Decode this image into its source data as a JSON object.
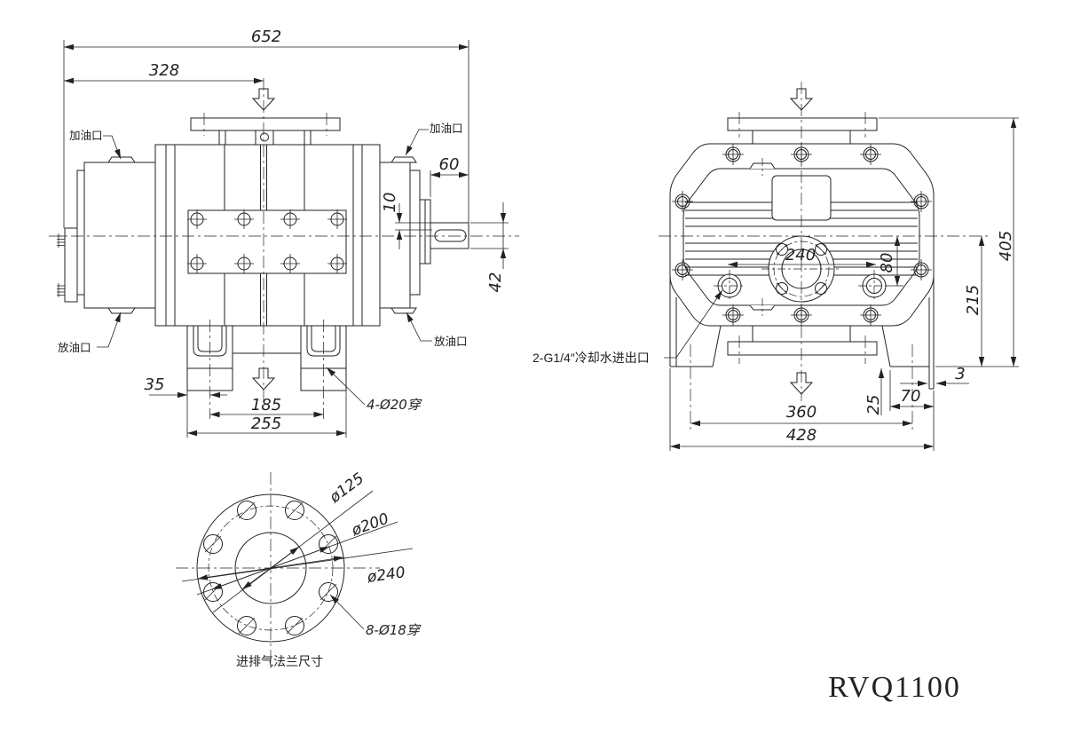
{
  "title": "RVQ1100",
  "side_view": {
    "dims": {
      "overall": "652",
      "to_center": "328",
      "shaft_length": "60",
      "keyway_depth": "10",
      "shaft_dia": "42",
      "foot_edge": "35",
      "hole_span": "185",
      "foot_span": "255",
      "foot_holes": "4-Ø20穿"
    },
    "labels": {
      "oil_fill_left": "加油口",
      "oil_fill_right": "加油口",
      "oil_drain_left": "放油口",
      "oil_drain_right": "放油口"
    }
  },
  "end_view": {
    "dims": {
      "overall_height": "405",
      "center_height": "215",
      "port_offset": "80",
      "port_circle": "240",
      "plate_gap": "3",
      "foot_width": "70",
      "foot_height": "25",
      "anchor_span": "360",
      "base_width": "428"
    },
    "labels": {
      "cooling_ports": "2-G1/4″冷却水进出口"
    }
  },
  "flange_detail": {
    "caption": "进排气法兰尺寸",
    "dims": {
      "bore": "ø125",
      "bolt_circle": "ø200",
      "outer": "ø240",
      "holes": "8-Ø18穿"
    }
  }
}
